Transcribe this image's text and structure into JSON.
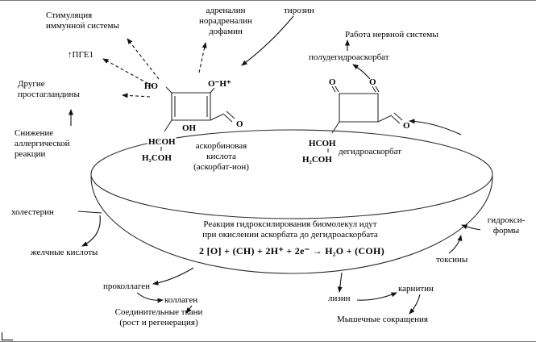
{
  "labels": {
    "immune": "Стимуляция\nиммунной системы",
    "catecholamines": "адреналин\nнорадреналин\nдофамин",
    "tyrosine": "тирозин",
    "nervous_system": "Работа нервной системы",
    "pge1": "ПГЕ1",
    "other_prostaglandins": "Другие\nпростагландины",
    "allergy": "Снижение\nаллергической\nреакции",
    "semidehydroascorbate": "полудегидроаскорбат",
    "ascorbate_caption": "аскорбиновая\nкислота\n(аскорбат-ион)",
    "dehydroascorbate_caption": "дегидроаскорбат",
    "cholesterol": "холестерин",
    "bile_acids": "желчные кислоты",
    "hydroxy_forms": "гидрокси-\nформы",
    "toxins": "токсины",
    "central_statement": "Реакция гидроксилирования биомолекул идут\nпри окислении аскорбата до дегидроаскорбата",
    "equation": "2 [O] + (CH) + 2H⁺ + 2e⁻ → H₂O + (COH)",
    "procollagen": "проколлаген",
    "collagen": "коллаген",
    "lysine": "лизин",
    "carnitine": "карнитин",
    "connective_tissue": "Соединительные ткани\n(рост и регенерация)",
    "muscle": "Мышечные сокращения"
  },
  "icons": {
    "up_arrow": "↑"
  },
  "chem": {
    "ascorbate": {
      "ho": "HO",
      "o_h": "O⁻H⁺",
      "oh": "OH",
      "o": "O",
      "hcoh": "HCOH",
      "h2coh": "H₂COH"
    },
    "dehydro": {
      "o_left": "O",
      "o_right": "O",
      "o": "O",
      "hcoh": "HCOH",
      "h2coh": "H₂COH"
    }
  },
  "colors": {
    "ink": "#000000",
    "background": "#ffffff"
  }
}
